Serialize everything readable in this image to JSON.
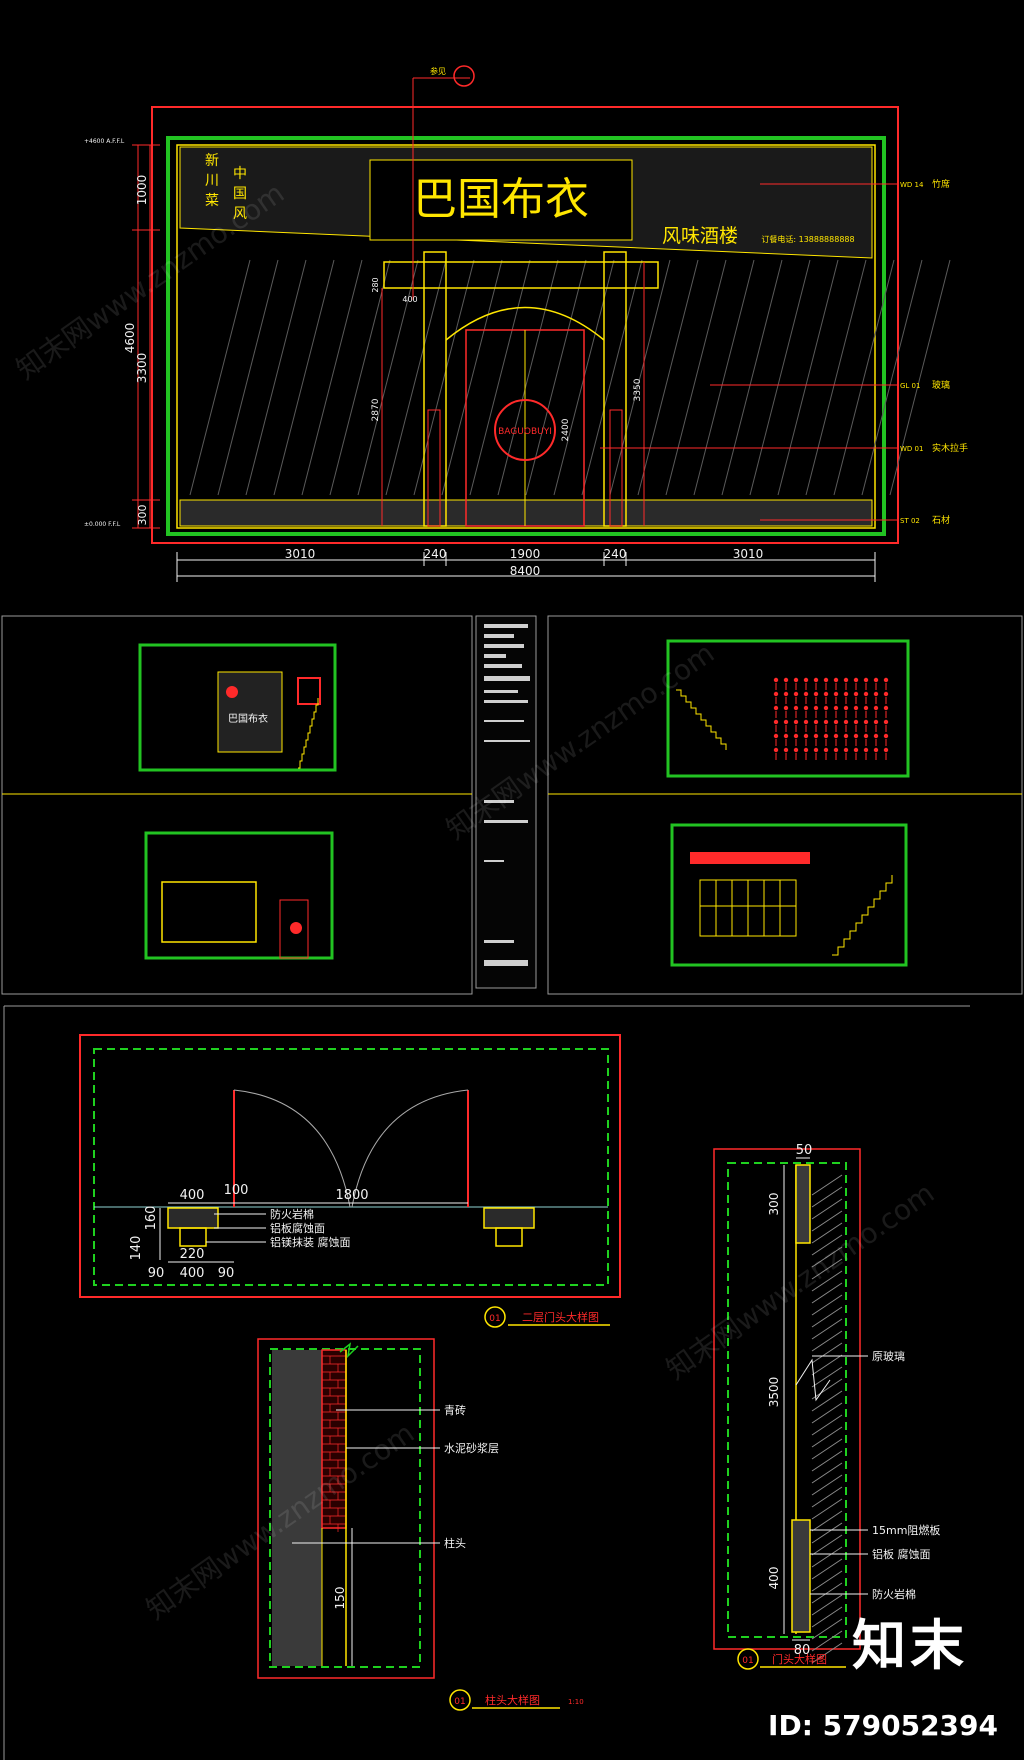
{
  "colors": {
    "background": "#000000",
    "frame_red": "#ff2a2a",
    "wall_green": "#22c322",
    "line_yellow": "#ffe600",
    "dim_white": "#f2f2f2",
    "dash_green": "#1fd11f",
    "sheet_border": "#9a9a9a"
  },
  "elevation": {
    "sign_main": "巴国布衣",
    "sign_sub": "风味酒楼",
    "sign_left_col1": "新川菜",
    "sign_left_col2": "中国风",
    "phone_line": "订餐电话: 13888888888",
    "medallion_text": "BAGUOBUYI",
    "level_top": "+4600 A.F.F.L",
    "level_bottom": "±0.000 F.F.L",
    "dims_left": [
      "1000",
      "3300",
      "300"
    ],
    "dim_total_height": "4600",
    "dims_bottom": [
      "3010",
      "240",
      "1900",
      "240",
      "3010"
    ],
    "dim_total_width": "8400",
    "door_dims": [
      "400",
      "280",
      "2870",
      "2400",
      "3350"
    ],
    "callouts": [
      {
        "code": "WD 14",
        "text": "竹席"
      },
      {
        "code": "GL 01",
        "text": "玻璃"
      },
      {
        "code": "WD 01",
        "text": "实木拉手"
      },
      {
        "code": "ST 02",
        "text": "石材"
      }
    ],
    "top_tag": "参见"
  },
  "thumbnails": {
    "sign_text": "巴国布衣"
  },
  "plan_detail": {
    "dims": [
      "400",
      "100",
      "1800",
      "160",
      "140",
      "220",
      "90",
      "400",
      "90"
    ],
    "labels": [
      "防火岩棉",
      "铝板腐蚀面",
      "铝镁抹装 腐蚀面"
    ],
    "title_no": "01",
    "title": "二层门头大样图"
  },
  "column_detail": {
    "labels": [
      "青砖",
      "水泥砂浆层",
      "柱头"
    ],
    "dim": "150",
    "title_no": "01",
    "title": "柱头大样图",
    "scale": "1:10"
  },
  "section_detail": {
    "dims": [
      "50",
      "300",
      "3500",
      "400",
      "80"
    ],
    "labels": [
      "原玻璃",
      "15mm阻燃板",
      "铝板 腐蚀面",
      "防火岩棉"
    ],
    "title_no": "01",
    "title": "门头大样图"
  },
  "watermark": {
    "logo_text": "知末",
    "id_text": "ID: 579052394",
    "repeat_text": "知末网www.znzmo.com"
  }
}
